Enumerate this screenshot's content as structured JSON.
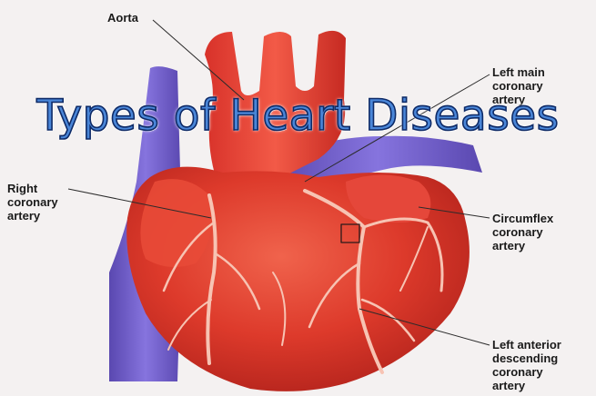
{
  "title": "Types of Heart Diseases",
  "labels": {
    "aorta": [
      "Aorta"
    ],
    "left_main": [
      "Left main",
      "coronary",
      "artery"
    ],
    "right_coronary": [
      "Right",
      "coronary",
      "artery"
    ],
    "circumflex": [
      "Circumflex",
      "coronary",
      "artery"
    ],
    "lad": [
      "Left anterior",
      "descending",
      "coronary",
      "artery"
    ]
  },
  "colors": {
    "heart": "#e23a2c",
    "vein": "#6f5cc8",
    "title_fill": "#4a86d8",
    "title_outline": "#0e2a66"
  }
}
